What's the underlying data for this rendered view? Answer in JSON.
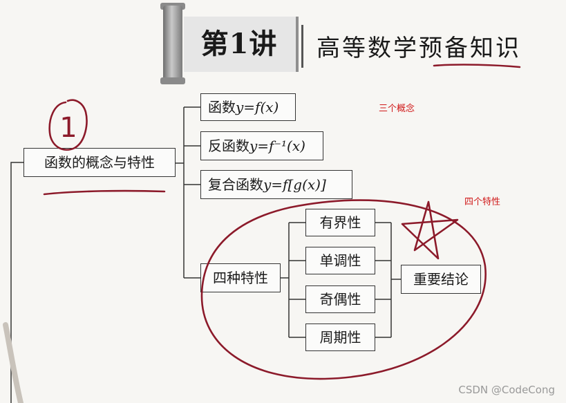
{
  "header": {
    "lecture": "第1讲",
    "title": "高等数学预备知识"
  },
  "tree": {
    "root": "函数的概念与特性",
    "concepts": {
      "function": {
        "prefix": "函数",
        "formula": "y=f(x)"
      },
      "inverse": {
        "prefix": "反函数",
        "formula": "y=f⁻¹(x)"
      },
      "composite": {
        "prefix": "复合函数",
        "formula": "y=f[g(x)]"
      }
    },
    "properties_node": "四种特性",
    "properties": [
      "有界性",
      "单调性",
      "奇偶性",
      "周期性"
    ],
    "conclusion": "重要结论"
  },
  "annotations": {
    "circled_number": "1",
    "three_concepts": "三个概念",
    "four_properties": "四个特性"
  },
  "watermark": "CSDN @CodeCong",
  "colors": {
    "ink": "#1a1a1a",
    "handwriting": "#8c1a2a",
    "annotation": "#d01818"
  }
}
